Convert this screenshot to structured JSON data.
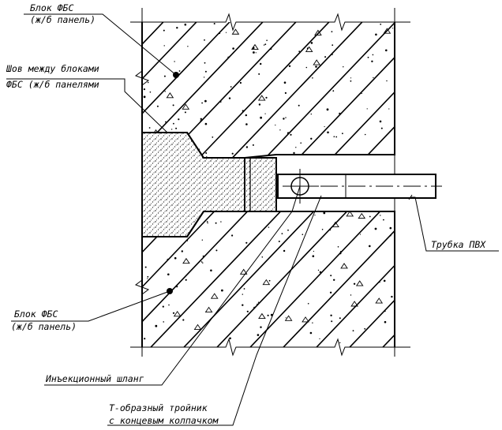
{
  "labels": {
    "top_block_line1": "Блок ФБС",
    "top_block_line2": "(ж/б панель)",
    "seam_line1": "Шов между блоками",
    "seam_line2": "ФБС (ж/б панелями",
    "bottom_block_line1": "Блок ФБС",
    "bottom_block_line2": "(ж/б панель)",
    "pipe": "Трубка ПВХ",
    "hose": "Инъекционный шланг",
    "tee_line1": "Т-образный тройник",
    "tee_line2": "с концевым колпачком"
  }
}
